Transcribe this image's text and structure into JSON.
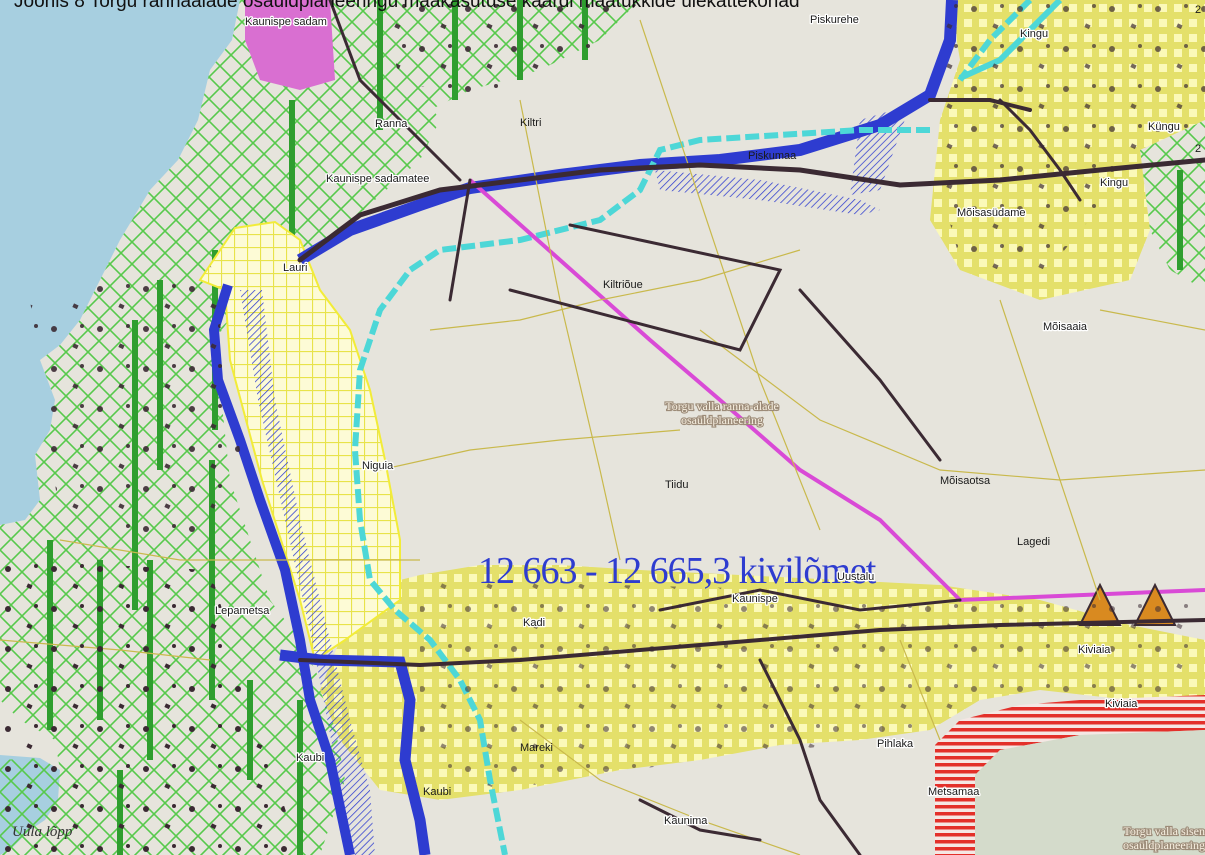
{
  "caption": "Joonis 8 Torgu rannaalade osaüldplaneeringu maakasutuse kaardi maatükkide ülekattekohad",
  "map": {
    "corner_label": "Uula lõpp",
    "annotation": "12 663 - 12 665,3 kivilõmet",
    "watermark_lines": [
      "Torgu valla ranna-alade",
      "osaüldplaneering"
    ],
    "watermark_edge_lines": [
      "Torgu valla sisen",
      "osaüldplaneering"
    ],
    "place_names": {
      "kaunispe_sadam": "Kaunispe sadam",
      "piskurehe": "Piskurehe",
      "kingu_1": "Kingu",
      "kingu_2": "Küngu",
      "kingu_3": "Kingu",
      "ranna": "Ranna",
      "kiltri": "Kiltri",
      "piskumaa": "Piskumaa",
      "kaunispe_sadamatee": "Kaunispe sadamatee",
      "moisasudame": "Mõisasüdame",
      "lauri": "Lauri",
      "kiltrioue": "Kiltriõue",
      "moisaaia": "Mõisaaia",
      "niguia": "Niguia",
      "tiidu": "Tiidu",
      "moisaotsa": "Mõisaotsa",
      "lagedi": "Lagedi",
      "uustalu": "Uustalu",
      "kaunispe": "Kaunispe",
      "lepametsa": "Lepametsa",
      "kadi": "Kadi",
      "kiviaia_1": "Kiviaia",
      "kiviaia_2": "Kiviaia",
      "mareki": "Mareki",
      "pihlaka": "Pihlaka",
      "kaubi_1": "Kaubi",
      "kaubi_2": "Kaubi",
      "metsamaa": "Metsamaa",
      "kaunima": "Kaunima"
    },
    "edge_numbers": [
      "2",
      "2"
    ],
    "colors": {
      "sea": "#a7cfe0",
      "land": "#e6e4dc",
      "forest_hatch": "#57c94c",
      "forest_stripe": "#2f9e2f",
      "residential": "#e4e06a",
      "residential_grid": "#fbf9b8",
      "protection_zone": "#2e3cd0",
      "stream": "#4dd7d7",
      "harbour": "#d96fd1",
      "powerline": "#d94ad6",
      "quarry_red": "#e3302a",
      "road_dark": "#3b2a33",
      "cadastral": "#c9b94c"
    }
  }
}
